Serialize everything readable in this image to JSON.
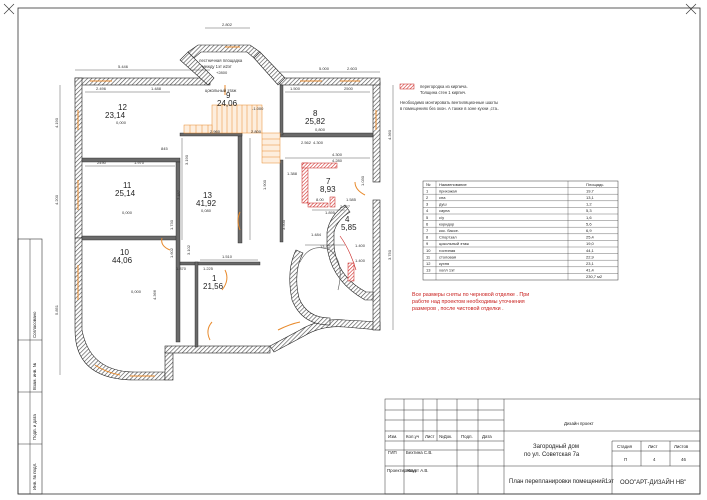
{
  "rooms": [
    {
      "num": "12",
      "area": "23,14",
      "level": "0,000"
    },
    {
      "num": "8",
      "area": "25,82",
      "level": "0,800"
    },
    {
      "num": "9",
      "area": "24,06",
      "level": "0,000"
    },
    {
      "num": "11",
      "area": "25,14",
      "level": "0,000"
    },
    {
      "num": "13",
      "area": "41,92",
      "level": "0,080"
    },
    {
      "num": "7",
      "area": "8,93",
      "level": ""
    },
    {
      "num": "4",
      "area": "5,85",
      "level": ""
    },
    {
      "num": "10",
      "area": "44,06",
      "level": "0,000"
    },
    {
      "num": "1",
      "area": "21,56",
      "level": ""
    }
  ],
  "plan_labels": {
    "stair_note_1": "лестничная площадка",
    "stair_note_2": "между 1эт и2эт",
    "stair_level": "+2800",
    "basement_floor": "цокольный этаж",
    "basement_level": "-1.000"
  },
  "dims": [
    "5.446",
    "2.802",
    "5.000",
    "2.603",
    "2.496",
    "1.488",
    "4.190",
    "2500",
    "1.500",
    "4.300",
    "3.190",
    "2.960",
    "2.800",
    "2490",
    "1.970",
    "845",
    "7.487",
    "1.900",
    "4.280",
    "1.388",
    "8.00",
    "1.585",
    "1.895",
    "1.030",
    "2.927",
    "3.500",
    "4.200",
    "1.730",
    "3.102",
    "1.602",
    "1.870",
    "1.225",
    "1.510",
    "13.47",
    "1.484",
    "1.400",
    "1.400",
    "5.851",
    "4.360",
    "3.750",
    "4.300",
    "4.366",
    "2.562"
  ],
  "legend": {
    "line1": "перегородка из кирпича.",
    "line2": "Толщина стен 1 кирпич.",
    "note1": "Необходимо монтировать вентиляционные шахты",
    "note2": "в помещениях без окон. А также в зоне кухни ,ста.."
  },
  "red_note": {
    "line1": "Все размеры сняты по черновой отделке . При",
    "line2": "работе над проектом необходимы уточнения",
    "line3": "размеров , после чистовой отделки ."
  },
  "schedule": {
    "headers": [
      "№",
      "Наименование",
      "Площадь"
    ],
    "rows": [
      [
        "1",
        "прихожая",
        "19,7"
      ],
      [
        "2",
        "сна",
        "13,1"
      ],
      [
        "3",
        "душ",
        "1,2"
      ],
      [
        "4",
        "сауна",
        "5,3"
      ],
      [
        "5",
        "с/у",
        "1,6"
      ],
      [
        "6",
        "коридор",
        "5,6"
      ],
      [
        "7",
        "кос. бассе.",
        "6,9"
      ],
      [
        "8",
        "Спортзал",
        "25,4"
      ],
      [
        "9",
        "цокольный этаж",
        "19,0"
      ],
      [
        "10",
        "гостиная",
        "44,1"
      ],
      [
        "11",
        "столовая",
        "22,9"
      ],
      [
        "12",
        "кухня",
        "23,1"
      ],
      [
        "13",
        "холл 1эт",
        "41,4"
      ],
      [
        "",
        "",
        "230,7 м2"
      ]
    ]
  },
  "title_block": {
    "project_kind": "Дизайн проект",
    "columns": [
      "Изм.",
      "Кол.уч",
      "Лист",
      "№Док.",
      "Подп.",
      "Дата"
    ],
    "gip_role": "ГИП",
    "gip_name": "Бехтина С.В.",
    "designer_role": "Проектировал",
    "designer_name": "Жаурт А.В.",
    "object_line1": "Загородный дом",
    "object_line2": "по ул. Советская 7а",
    "sheet_title": "План перепланировки помещений1эт",
    "stage_label": "Стадия",
    "sheet_label": "Лист",
    "sheets_label": "Листов",
    "stage": "П",
    "sheet": "4",
    "sheets": "46",
    "company": "ООО\"АРТ-ДИЗАЙН НВ\""
  },
  "side_stamp": [
    "Согласовано",
    "Взам. инв. №",
    "Подп. и дата",
    "Инв. № подл."
  ]
}
